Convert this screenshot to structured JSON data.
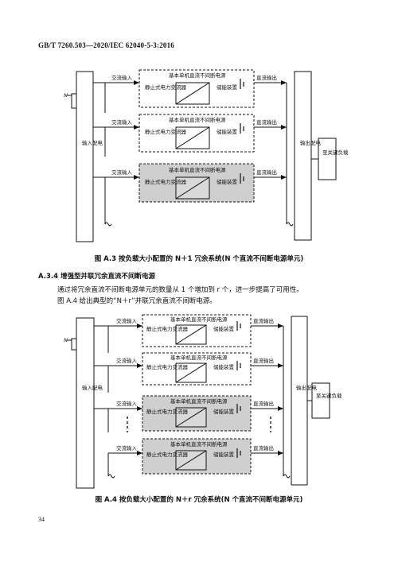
{
  "header": "GB/T 7260.503—2020/IEC 62040-5-3:2016",
  "figure_a3": {
    "caption": "图 A.3   按负载大小配置的 N＋1 冗余系统(N 个直流不间断电源单元)",
    "n_label": "N",
    "input_dist": "输入配电",
    "output_dist": "输出配电",
    "load": "至关键负载",
    "ac_in": "交流输入",
    "dc_out": "直流输出",
    "unit_title": "基本单机直流不间断电源",
    "converter": "静止式电力变流器",
    "storage": "储能装置"
  },
  "section": "A.3.4   增强型并联冗余直流不间断电源",
  "paragraph": [
    "通过将冗余直流不间断电源单元的数量从 1 个增加到 r 个，进一步提高了可用性。",
    "图 A.4 给出典型的“N＋r”并联冗余直流不间断电源。"
  ],
  "figure_a4": {
    "caption": "图 A.4   按负载大小配置的 N＋r 冗余系统(N 个直流不间断电源单元)",
    "n_label": "N",
    "input_dist": "输入配电",
    "output_dist": "输出配电",
    "load": "至关键负载",
    "ac_in": "交流输入",
    "dc_out": "直流输出",
    "unit_title": "基本单机直流不间断电源",
    "converter": "静止式电力变流器",
    "storage": "储能装置"
  },
  "page_number": "34"
}
